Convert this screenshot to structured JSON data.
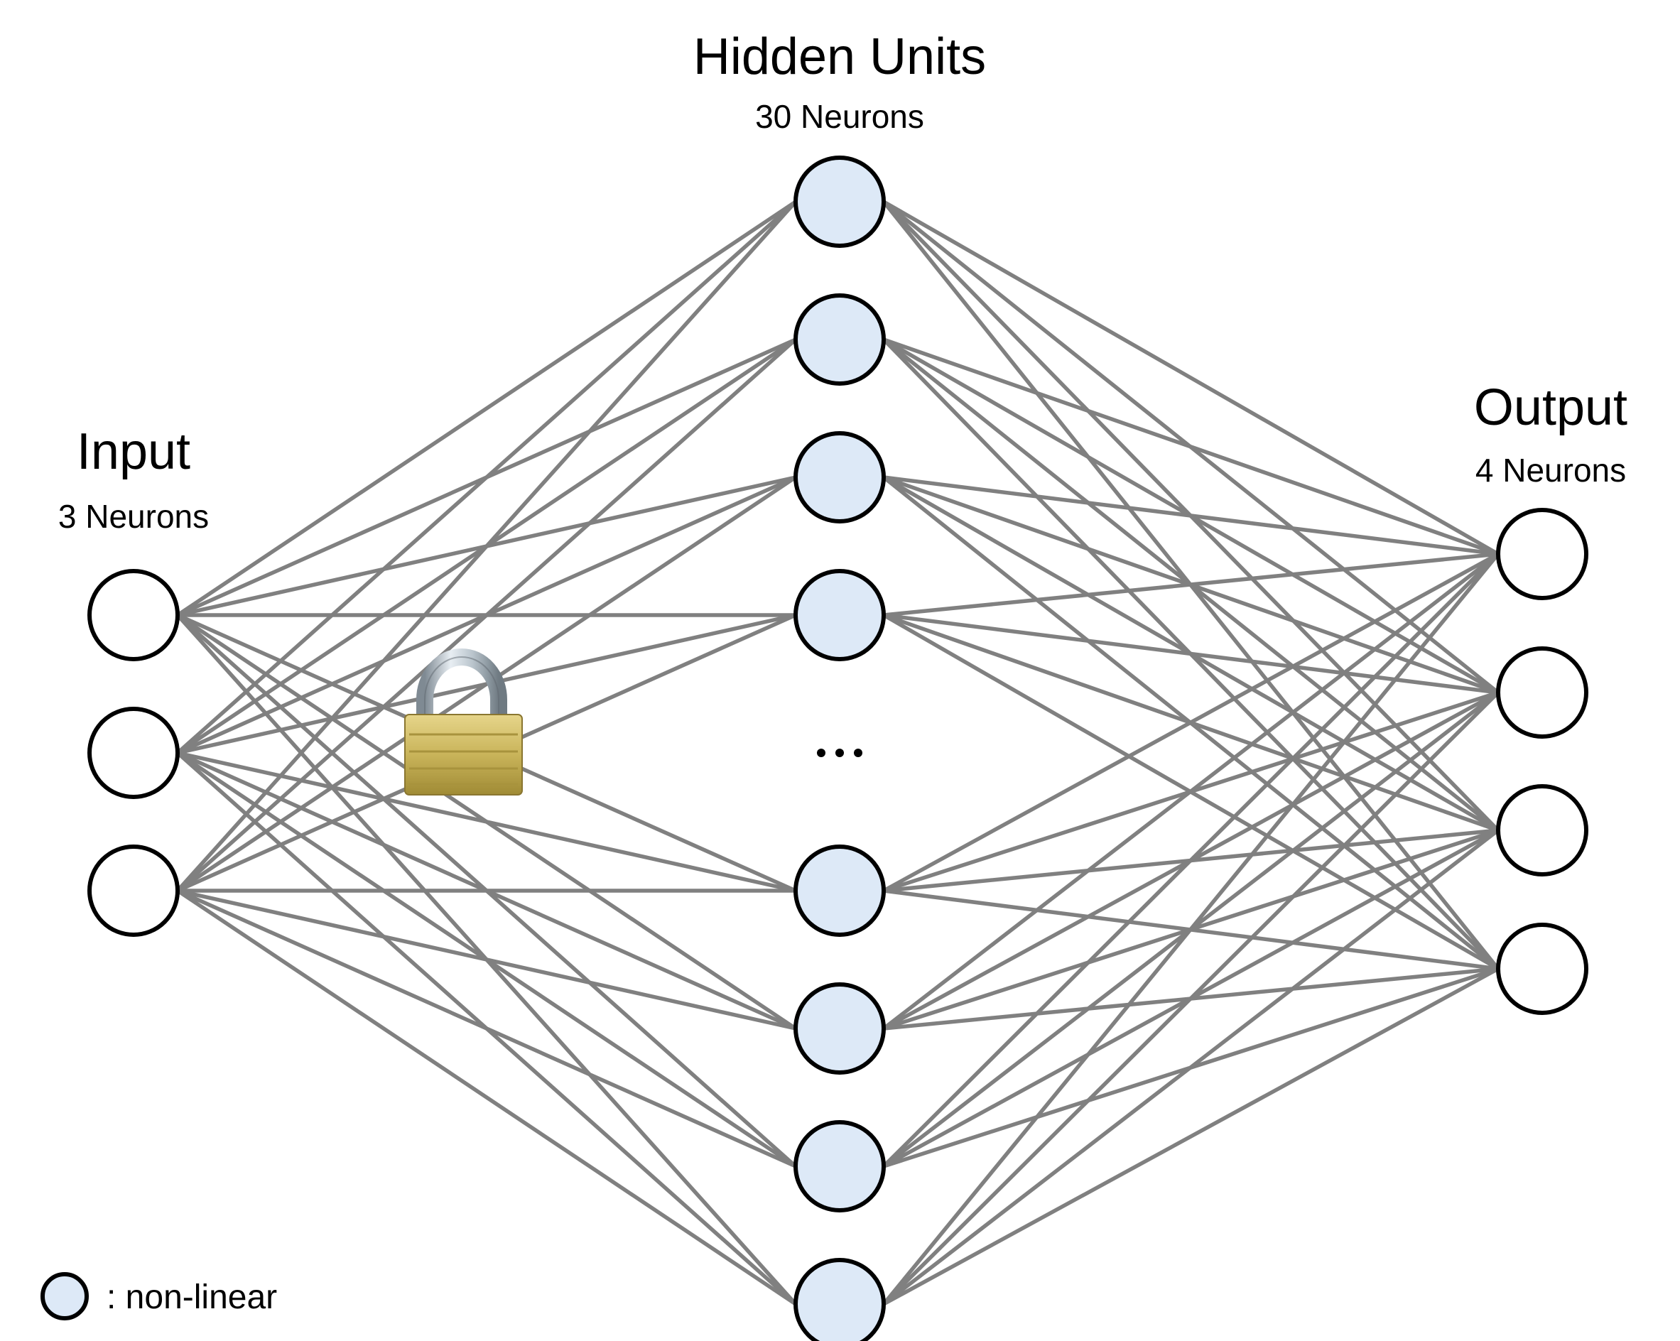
{
  "layers": {
    "input": {
      "title": "Input",
      "subtitle": "3 Neurons",
      "count": 3
    },
    "hidden": {
      "title": "Hidden Units",
      "subtitle": "30 Neurons",
      "shown_count": 8,
      "ellipsis": "..."
    },
    "output": {
      "title": "Output",
      "subtitle": "4 Neurons",
      "count": 4
    }
  },
  "legend": {
    "label": ": non-linear"
  },
  "icons": {
    "lock": "padlock-icon"
  },
  "colors": {
    "edge": "#808080",
    "nonlinear_fill": "#dde9f7",
    "outline": "#000000"
  }
}
